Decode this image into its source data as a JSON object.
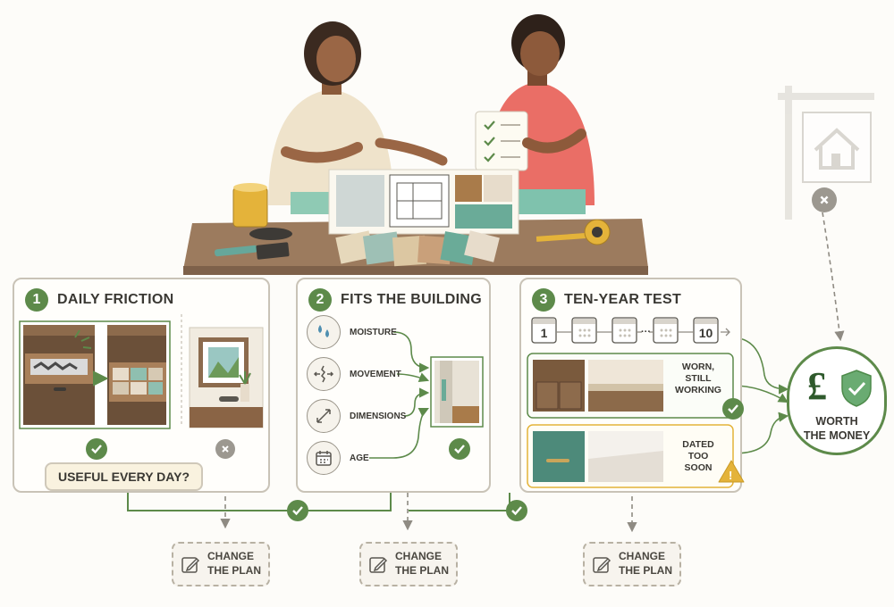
{
  "panels": [
    {
      "num": "1",
      "title": "DAILY FRICTION"
    },
    {
      "num": "2",
      "title": "FITS THE BUILDING"
    },
    {
      "num": "3",
      "title": "TEN-YEAR TEST"
    }
  ],
  "factors": [
    "MOISTURE",
    "MOVEMENT",
    "DIMENSIONS",
    "AGE"
  ],
  "question": "USEFUL EVERY DAY?",
  "timeline": {
    "start": "1",
    "end": "10"
  },
  "cards": [
    {
      "lines": [
        "WORN,",
        "STILL",
        "WORKING"
      ],
      "status": "pass"
    },
    {
      "lines": [
        "DATED",
        "TOO",
        "SOON"
      ],
      "status": "warning"
    }
  ],
  "outcome": {
    "symbol": "£",
    "lines": [
      "WORTH",
      "THE MONEY"
    ]
  },
  "change_plan": [
    {
      "lines": [
        "CHANGE",
        "THE PLAN"
      ]
    },
    {
      "lines": [
        "CHANGE",
        "THE PLAN"
      ]
    },
    {
      "lines": [
        "CHANGE",
        "THE PLAN"
      ]
    }
  ],
  "colors": {
    "accent": "#5d8a4a",
    "warning": "#e4b33a",
    "border": "#c9c3b7",
    "reject": "#9c9890"
  }
}
